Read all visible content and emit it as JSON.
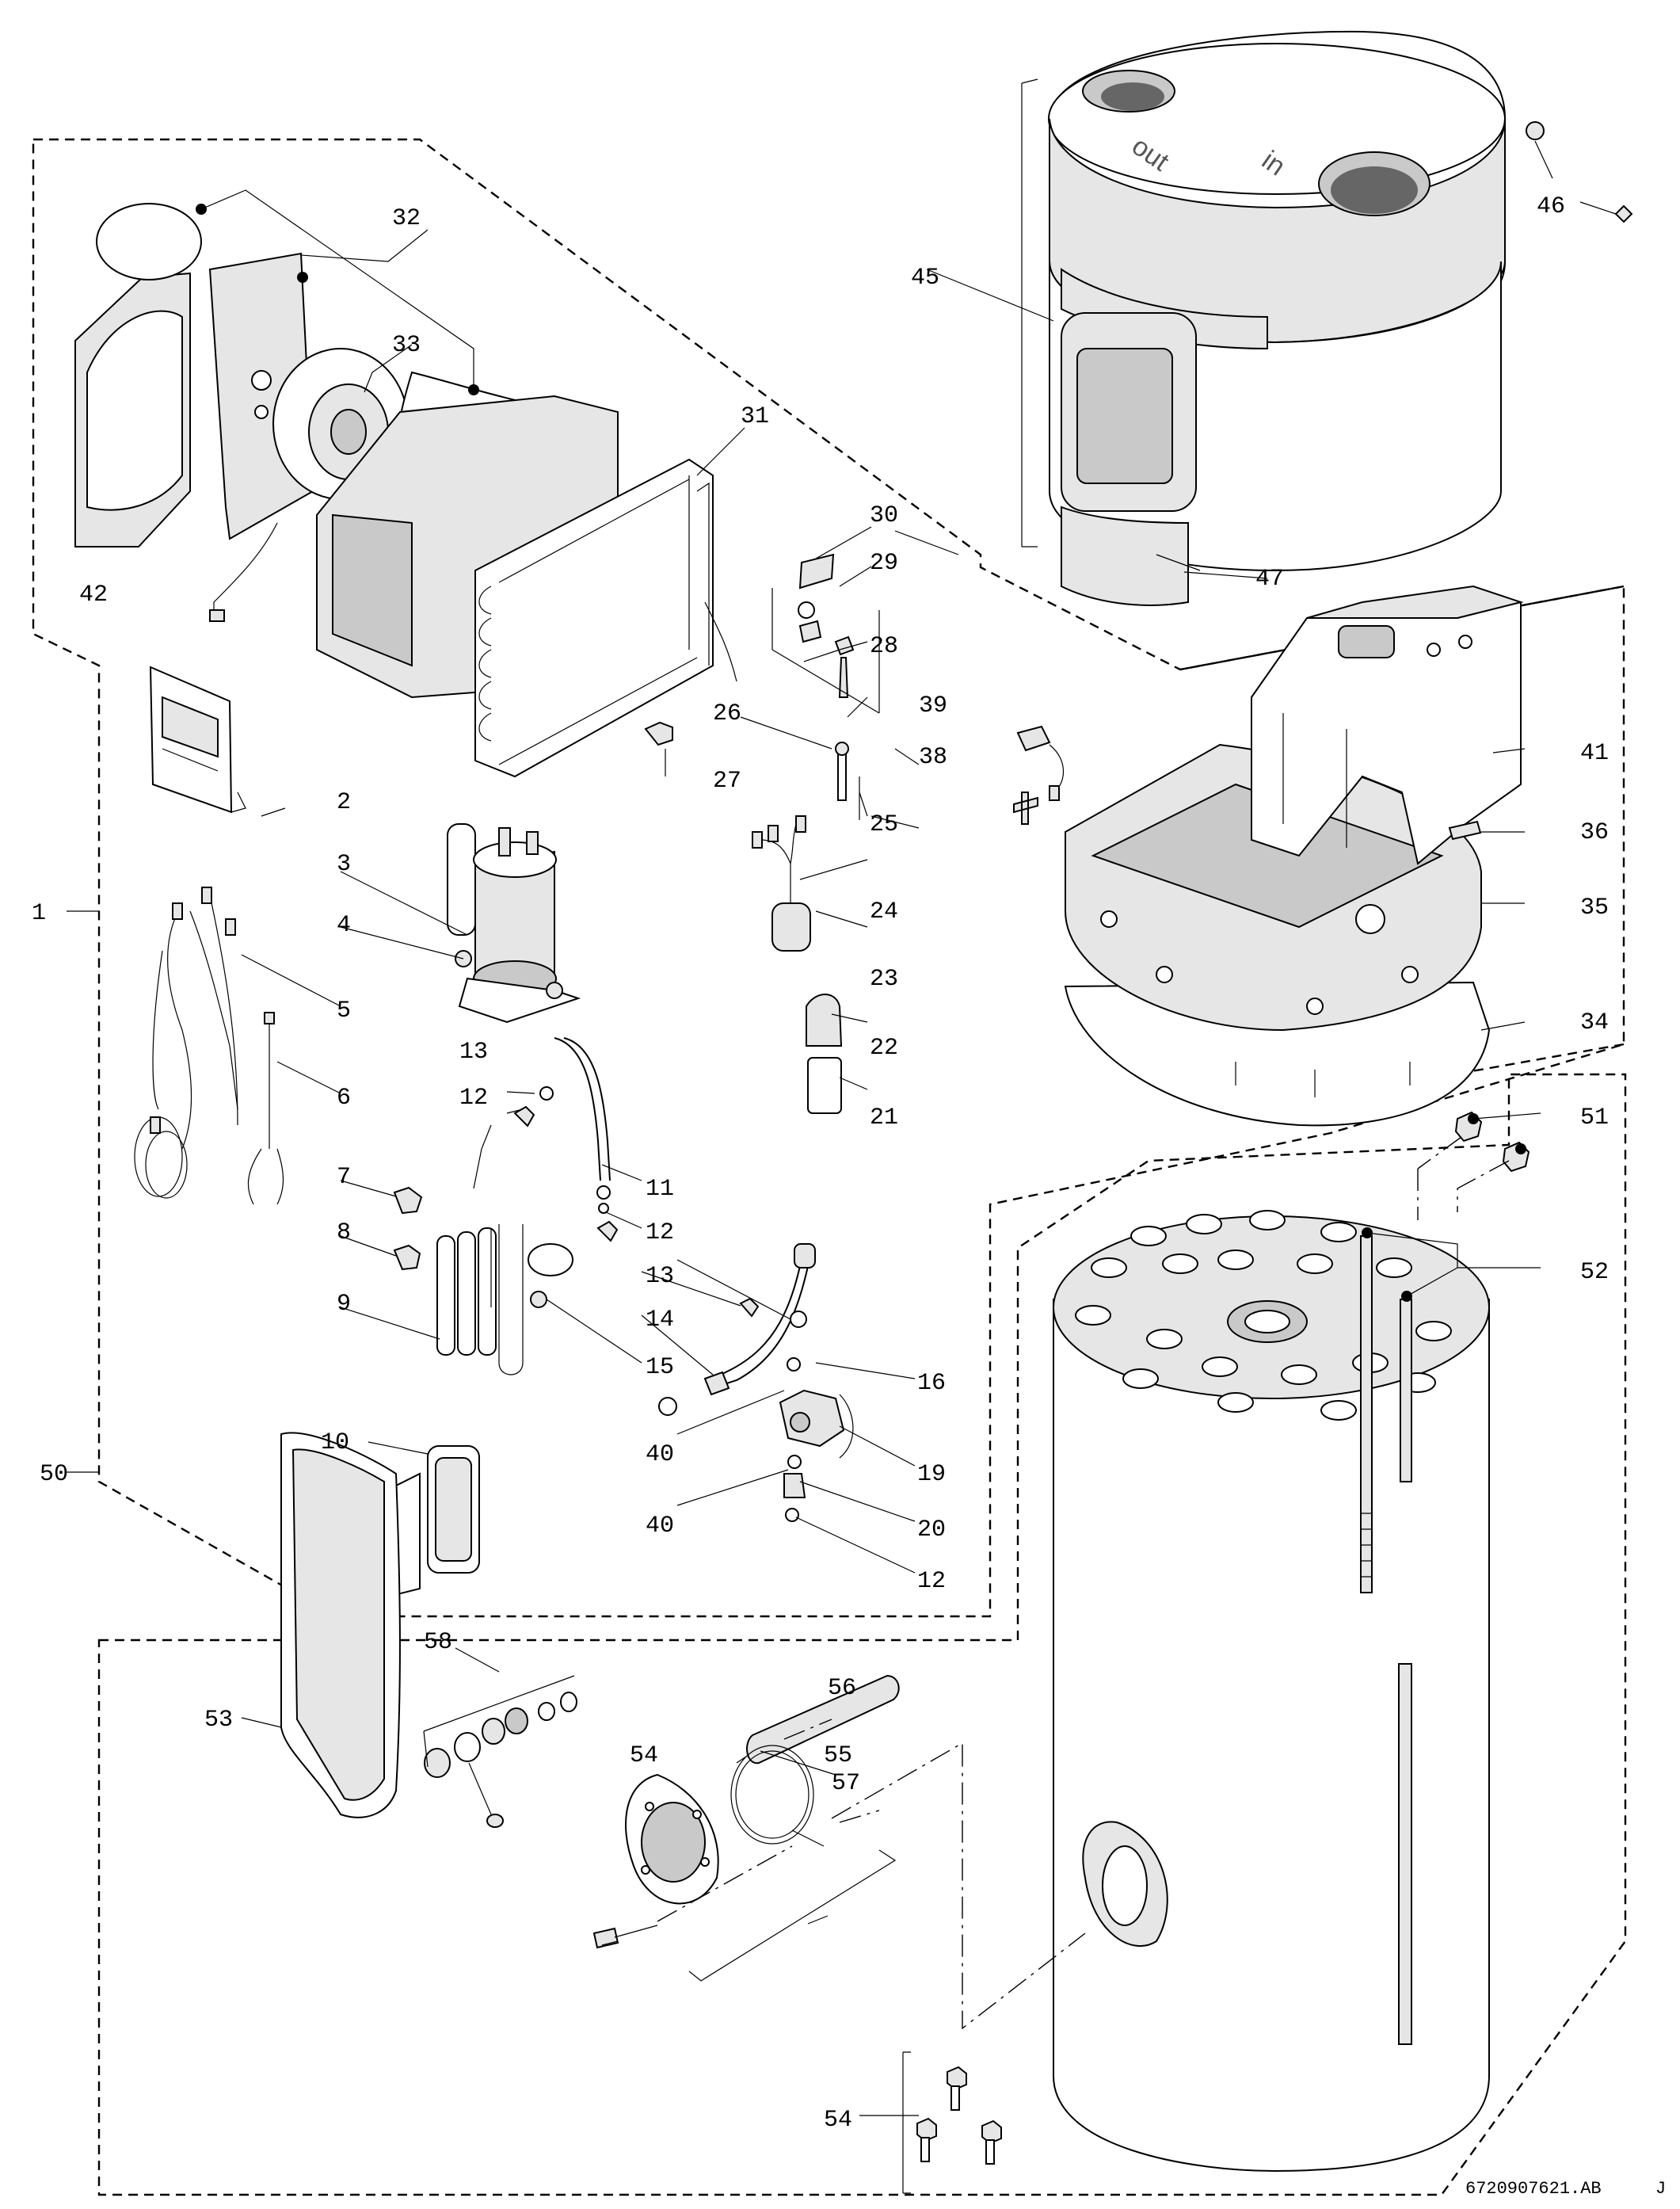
{
  "diagram": {
    "reference_code": "6720907621.AB",
    "revision": "J",
    "embossed_out": "out",
    "embossed_in": "in",
    "labels": {
      "l1": "1",
      "l2": "2",
      "l3": "3",
      "l4": "4",
      "l5": "5",
      "l6": "6",
      "l7": "7",
      "l8": "8",
      "l9": "9",
      "l10": "10",
      "l11": "11",
      "l12a": "12",
      "l12b": "12",
      "l12c": "12",
      "l13a": "13",
      "l13b": "13",
      "l14": "14",
      "l15": "15",
      "l16": "16",
      "l19": "19",
      "l20": "20",
      "l21": "21",
      "l22": "22",
      "l23": "23",
      "l24": "24",
      "l25": "25",
      "l26": "26",
      "l27": "27",
      "l28": "28",
      "l29": "29",
      "l30": "30",
      "l31": "31",
      "l32": "32",
      "l33": "33",
      "l34": "34",
      "l35": "35",
      "l36": "36",
      "l38": "38",
      "l39": "39",
      "l40a": "40",
      "l40b": "40",
      "l41": "41",
      "l42": "42",
      "l45": "45",
      "l46": "46",
      "l47": "47",
      "l50": "50",
      "l51": "51",
      "l52": "52",
      "l53": "53",
      "l54a": "54",
      "l54b": "54",
      "l55": "55",
      "l56": "56",
      "l57": "57",
      "l58": "58"
    }
  }
}
